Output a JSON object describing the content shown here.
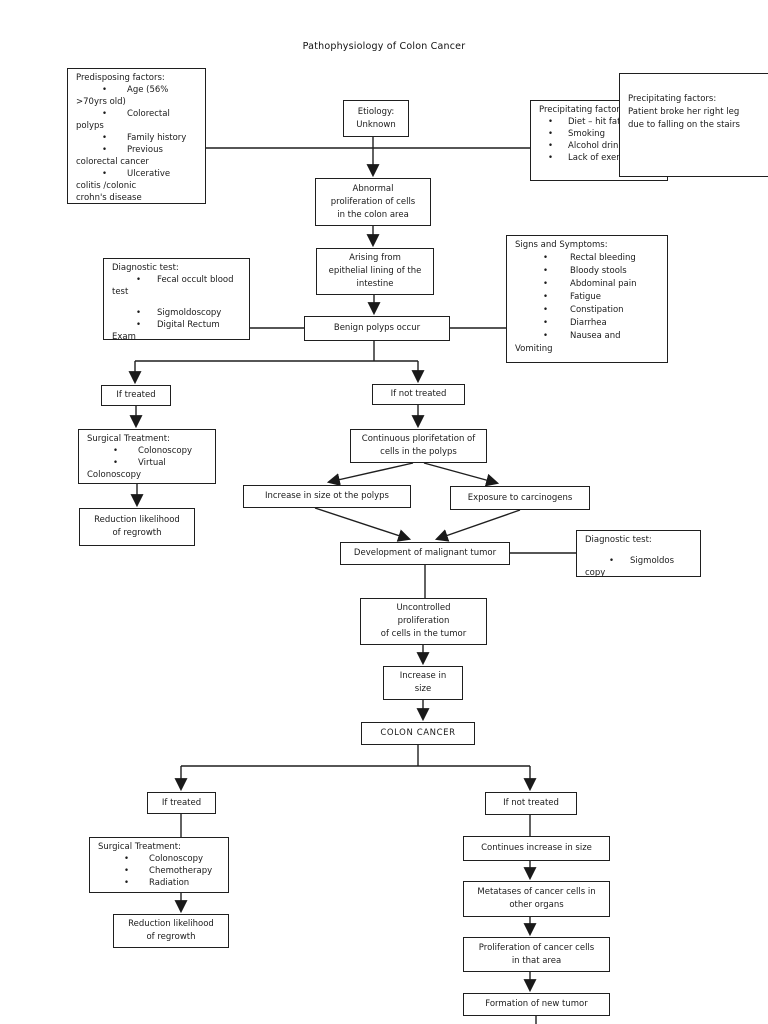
{
  "title": "Pathophysiology of Colon Cancer",
  "nodes": {
    "predisposing": {
      "heading": "Predisposing factors:",
      "items": [
        "Age (56%\n>70yrs old)",
        "Colorectal\npolyps",
        "Family history",
        "Previous\ncolorectal cancer",
        "Ulcerative\ncolitis /colonic\ncrohn's disease"
      ]
    },
    "etiology": {
      "text": "Etiology:\nUnknown"
    },
    "precip_back": {
      "heading": "Precipitating factors:",
      "items": [
        "Diet – hit fat/",
        "Smoking",
        "Alcohol drinking",
        "Lack of exercise"
      ]
    },
    "precip_front": {
      "text": "Precipitating factors:\nPatient broke her right leg\ndue to falling on the stairs"
    },
    "abnormal": {
      "text": "Abnormal\nproliferation of cells\nin the colon area"
    },
    "arising": {
      "text": "Arising from\nepithelial lining of the\nintestine"
    },
    "diag1": {
      "heading": "Diagnostic test:",
      "items": [
        "Fecal occult blood\ntest",
        "Sigmoldoscopy",
        "Digital Rectum\nExam"
      ]
    },
    "benign": {
      "text": "Benign polyps occur"
    },
    "signs": {
      "heading": "Signs and Symptoms:",
      "items": [
        "Rectal bleeding",
        "Bloody stools",
        "Abdominal pain",
        "Fatigue",
        "Constipation",
        "Diarrhea",
        "Nausea and\nVomiting"
      ]
    },
    "if_treated_1": {
      "text": "If treated"
    },
    "surgical_1": {
      "heading": "Surgical Treatment:",
      "items": [
        "Colonoscopy",
        "Virtual\nColonoscopy"
      ]
    },
    "reduction_1": {
      "text": "Reduction likelihood\nof regrowth"
    },
    "if_not_treated_1": {
      "text": "If not treated"
    },
    "continuous": {
      "text": "Continuous plorifetation of\ncells in the polyps"
    },
    "increase_polyps": {
      "text": "Increase in size ot the polyps"
    },
    "exposure": {
      "text": "Exposure to carcinogens"
    },
    "development": {
      "text": "Development of malignant tumor"
    },
    "diag2": {
      "heading": "Diagnostic test:",
      "items": [
        "Sigmoldos copy"
      ]
    },
    "uncontrolled": {
      "text": "Uncontrolled\nproliferation\nof cells in the tumor"
    },
    "increase_size": {
      "text": "Increase in\nsize"
    },
    "colon_cancer": {
      "text": "COLON CANCER"
    },
    "if_treated_2": {
      "text": "If treated"
    },
    "surgical_2": {
      "heading": "Surgical Treatment:",
      "items": [
        "Colonoscopy",
        "Chemotherapy",
        "Radiation"
      ]
    },
    "reduction_2": {
      "text": "Reduction likelihood\nof regrowth"
    },
    "if_not_treated_2": {
      "text": "If not treated"
    },
    "continues": {
      "text": "Continues increase in size"
    },
    "metatases": {
      "text": "Metatases of cancer cells in\nother organs"
    },
    "proliferation": {
      "text": "Proliferation of cancer cells\nin that area"
    },
    "formation": {
      "text": "Formation of new tumor"
    }
  }
}
